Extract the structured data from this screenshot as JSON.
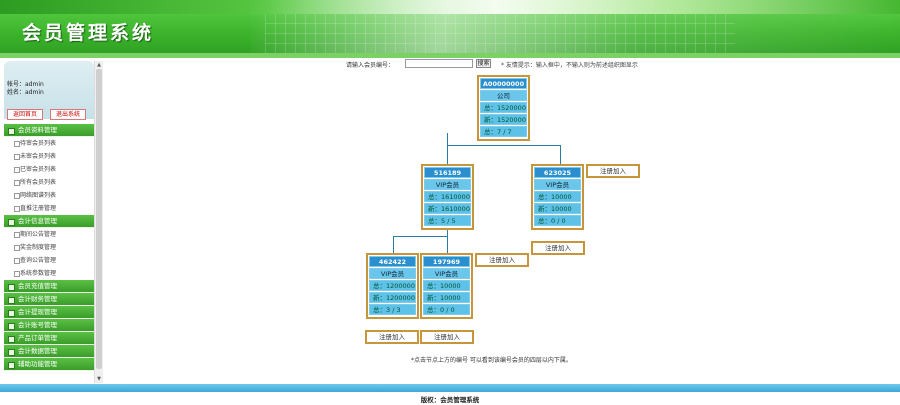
{
  "header": {
    "title": "会员管理系统"
  },
  "sidebar": {
    "user_label": "帐号：admin",
    "name_label": "姓名：admin",
    "home_button": "返回首页",
    "logout_button": "退出系统",
    "groups": [
      {
        "label": "会员资料管理",
        "items": [
          "待审会员列表",
          "未审会员列表",
          "已审会员列表",
          "所有会员列表",
          "网络图谱列表",
          "直推注册管理"
        ]
      },
      {
        "label": "会计信息管理",
        "items": [
          "期间公告管理",
          "奖金制度管理",
          "查询公告管理",
          "系统参数管理"
        ]
      },
      {
        "label": "会员充值管理",
        "items": []
      },
      {
        "label": "会计财务管理",
        "items": []
      },
      {
        "label": "会计提现管理",
        "items": []
      },
      {
        "label": "会计账号管理",
        "items": []
      },
      {
        "label": "产品订单管理",
        "items": []
      },
      {
        "label": "会计数据管理",
        "items": []
      },
      {
        "label": "辅助功能管理",
        "items": []
      }
    ]
  },
  "search": {
    "label": "请输入会员编号：",
    "value": "",
    "button": "搜索",
    "tip": "* 友情提示：输入框中，不输入则为前述组织图显示"
  },
  "tree": {
    "root": {
      "id": "A00000000",
      "name": "公司",
      "total": "总：1520000",
      "new": "新：1520000",
      "count": "总：7 / 7"
    },
    "left": {
      "id": "516189",
      "name": "VIP会员",
      "total": "总：1610000",
      "new": "新：1610000",
      "count": "总：5 / 5"
    },
    "right": {
      "id": "623025",
      "name": "VIP会员",
      "total": "总：10000",
      "new": "新：10000",
      "count": "总：0 / 0"
    },
    "ll": {
      "id": "462422",
      "name": "VIP会员",
      "total": "总：1200000",
      "new": "新：1200000",
      "count": "总：3 / 3"
    },
    "lr": {
      "id": "197969",
      "name": "VIP会员",
      "total": "总：10000",
      "new": "新：10000",
      "count": "总：0 / 0"
    },
    "register_label": "注册加入"
  },
  "footnote": "*点击节点上方的编号 可以看到该编号会员的四层以内下属。",
  "footer": {
    "copyright": "版权：会员管理系统"
  }
}
